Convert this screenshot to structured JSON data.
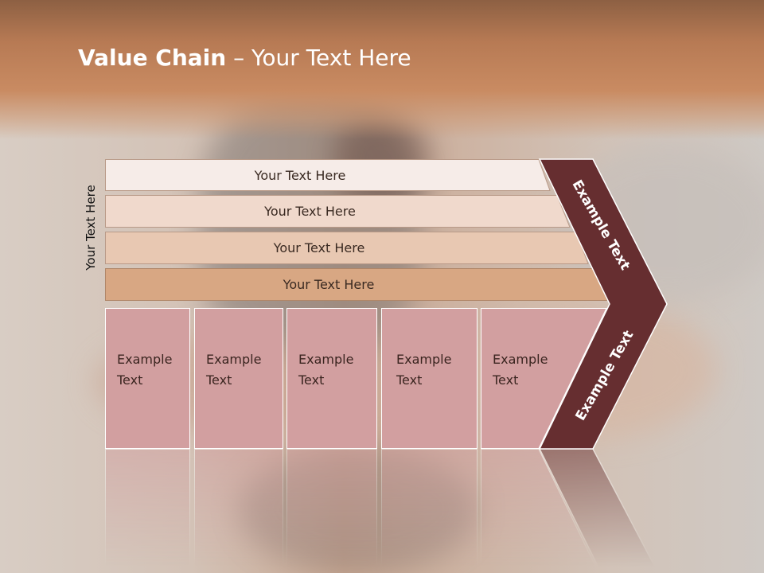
{
  "title": {
    "bold": "Value Chain",
    "rest": " – Your Text Here"
  },
  "side_label": "Your Text Here",
  "bands": [
    {
      "label": "Your Text Here",
      "color": "#f6ece8"
    },
    {
      "label": "Your Text Here",
      "color": "#f0d9cc"
    },
    {
      "label": "Your Text Here",
      "color": "#e8c8b2"
    },
    {
      "label": "Your Text Here",
      "color": "#d8a783"
    }
  ],
  "columns": [
    {
      "line1": "Example",
      "line2": "Text"
    },
    {
      "line1": "Example",
      "line2": "Text"
    },
    {
      "line1": "Example",
      "line2": "Text"
    },
    {
      "line1": "Example",
      "line2": "Text"
    },
    {
      "line1": "Example",
      "line2": "Text"
    }
  ],
  "chevron": {
    "upper": "Example Text",
    "lower": "Example Text",
    "color": "#662e30"
  },
  "colors": {
    "column_fill": "#d29fa0",
    "column_border": "#ffffff",
    "title": "#ffffff"
  }
}
